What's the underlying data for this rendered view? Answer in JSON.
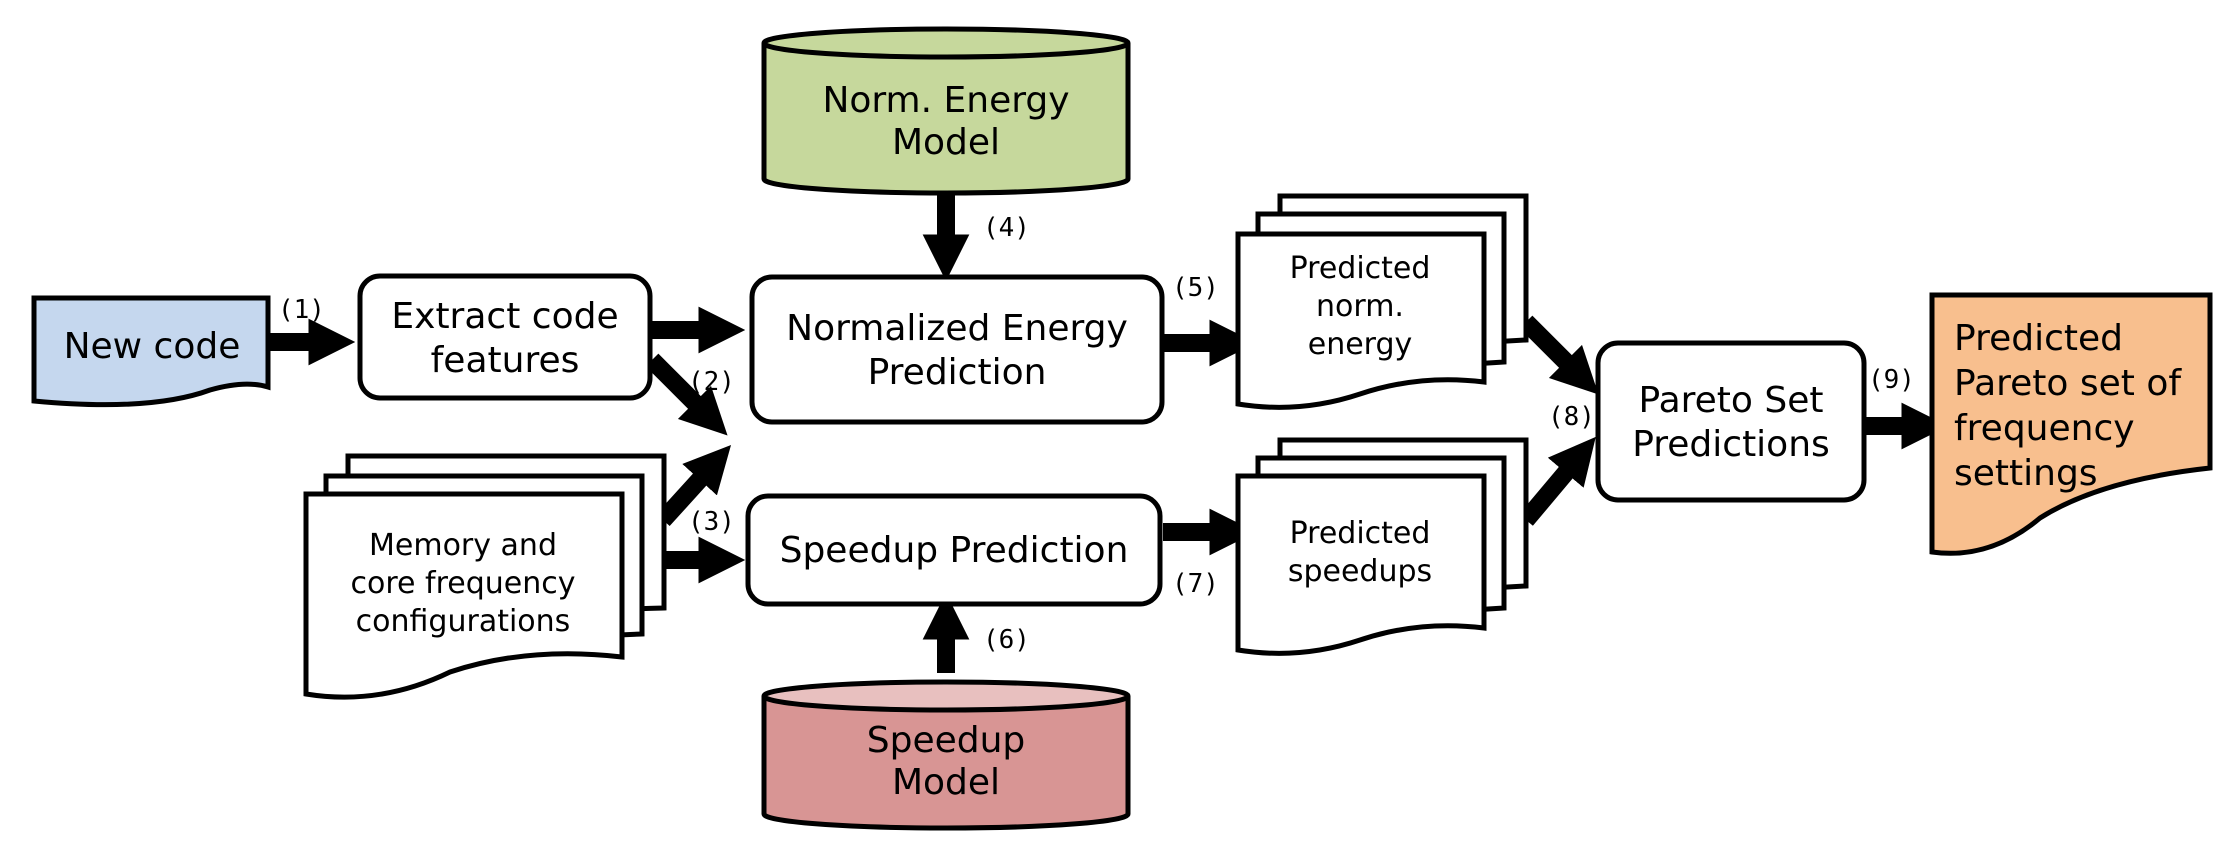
{
  "nodes": {
    "new_code": "New code",
    "extract_features": [
      "Extract code",
      "features"
    ],
    "norm_energy_model": [
      "Norm. Energy",
      "Model"
    ],
    "norm_energy_prediction": [
      "Normalized Energy",
      "Prediction"
    ],
    "speedup_prediction": "Speedup Prediction",
    "speedup_model": [
      "Speedup",
      "Model"
    ],
    "mem_core_configs": [
      "Memory and",
      "core frequency",
      "configurations"
    ],
    "predicted_norm_energy": [
      "Predicted",
      "norm.",
      "energy"
    ],
    "predicted_speedups": [
      "Predicted",
      "speedups"
    ],
    "pareto_set_predictions": [
      "Pareto Set",
      "Predictions"
    ],
    "predicted_pareto_set": [
      "Predicted",
      "Pareto set of",
      "frequency",
      "settings"
    ]
  },
  "steps": [
    "(1)",
    "(2)",
    "(3)",
    "(4)",
    "(5)",
    "(6)",
    "(7)",
    "(8)",
    "(9)"
  ],
  "colors": {
    "new_code_fill": "#c5d7ee",
    "energy_model_fill": "#c6d89c",
    "speedup_model_fill": "#d89594",
    "speedup_model_top": "#e8c0bf",
    "output_fill": "#f8bf8e",
    "stroke": "#000000"
  }
}
